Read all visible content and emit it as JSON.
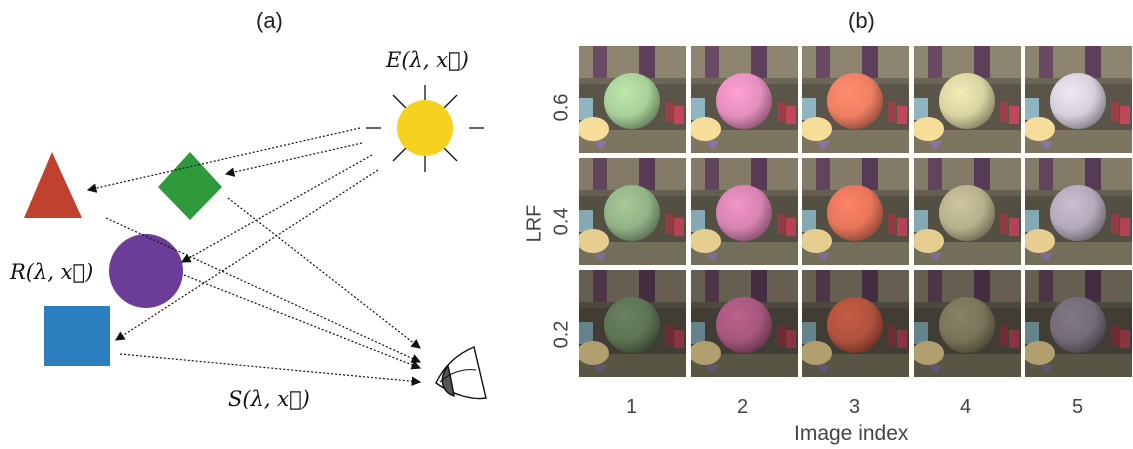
{
  "panel_a": {
    "label": "(a)",
    "illuminant_label": "E(λ, x⃗)",
    "reflectance_label": "R(λ, x⃗)",
    "signal_label": "S(λ, x⃗)",
    "colors": {
      "sun": "#f5d21e",
      "triangle": "#c0422e",
      "diamond": "#2f9a3b",
      "circle": "#6b3d98",
      "square": "#2b7fbe"
    }
  },
  "panel_b": {
    "label": "(b)",
    "y_axis_label": "LRF",
    "x_axis_label": "Image index",
    "row_labels": [
      "0.6",
      "0.4",
      "0.2"
    ],
    "column_labels": [
      "1",
      "2",
      "3",
      "4",
      "5"
    ],
    "sphere_colors": [
      [
        "#a8cf98",
        "#e48fbd",
        "#ee7f62",
        "#d8d3a2",
        "#d6cfdc"
      ],
      [
        "#93b487",
        "#d884b2",
        "#e7755a",
        "#b7b18c",
        "#b4aabb"
      ],
      [
        "#5e7453",
        "#a7577e",
        "#b2523d",
        "#7a7559",
        "#736c78"
      ]
    ]
  }
}
